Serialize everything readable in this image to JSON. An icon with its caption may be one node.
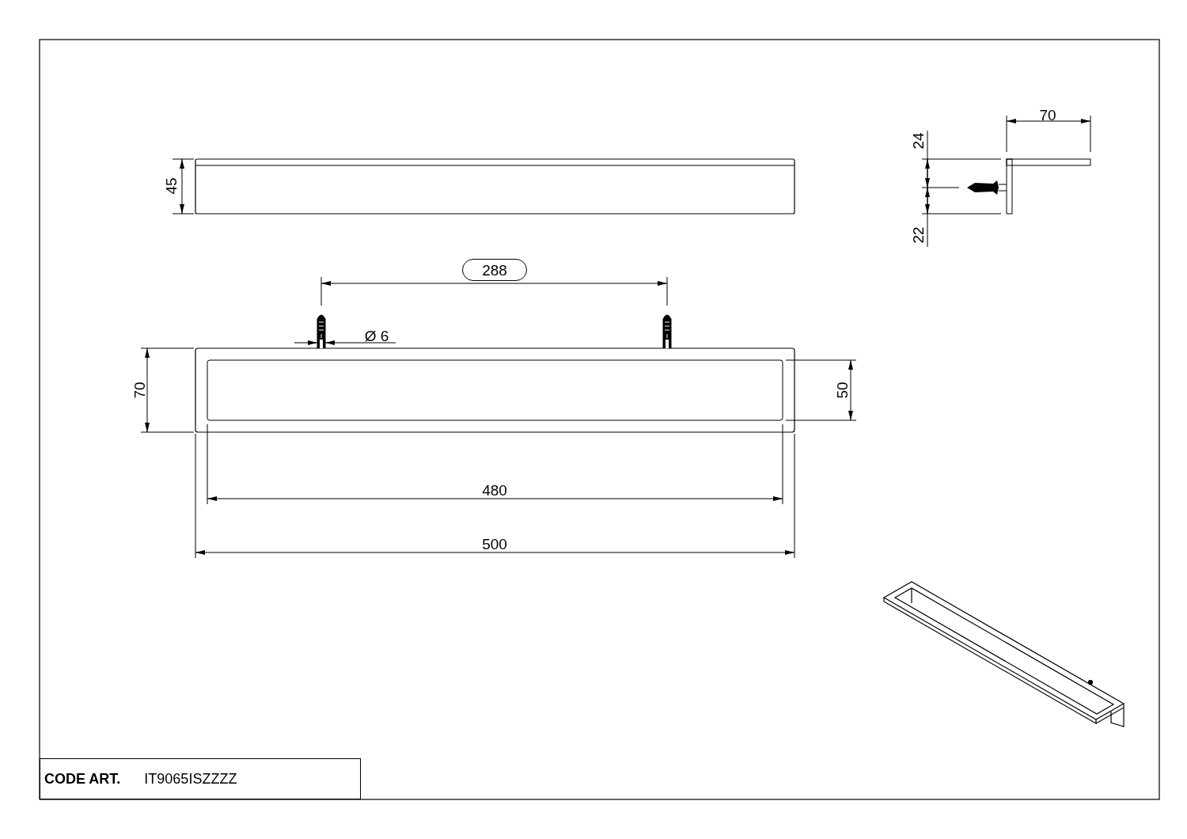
{
  "diagram": {
    "nodes": [
      {
        "text": [
          "288"
        ]
      },
      {
        "text": [
          "CODE ART.",
          "IT9065ISZZZZ"
        ]
      }
    ],
    "labels": [
      "70",
      "24",
      "45",
      "22",
      "Ø 6",
      "70",
      "50",
      "480",
      "500"
    ]
  }
}
